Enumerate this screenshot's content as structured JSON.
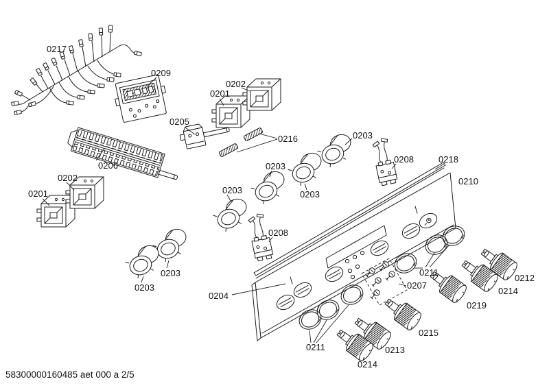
{
  "document": {
    "type": "appliance exploded parts diagram - oven control panel",
    "footer_code": "58300000160485 aet 000 a 2/5"
  },
  "colors": {
    "line": "#1a1a1a",
    "background": "#ffffff"
  },
  "part_labels": {
    "harness": "0217",
    "timer_module": "0209",
    "switch_top_1": "0201",
    "switch_top_2": "0202",
    "selector_switch": "0205",
    "terminal_block": "0206",
    "clips": "0216",
    "switch_left_1": "0201",
    "switch_left_2": "0202",
    "adapter_a": "0203",
    "adapter_b": "0203",
    "adapter_c": "0203",
    "adapter_d": "0203",
    "adapter_e": "0203",
    "adapter_f": "0203",
    "microswitch_right": "0208",
    "microswitch_left": "0208",
    "trim_strip": "0218",
    "control_panel": "0210",
    "panel_profile": "0204",
    "screw_set": "0207",
    "rings_right": "0211",
    "rings_left": "0211",
    "knob_0212": "0212",
    "knob_0214_right": "0214",
    "knob_0219": "0219",
    "knob_0215": "0215",
    "knob_0213": "0213",
    "knob_0214_bottom": "0214"
  }
}
